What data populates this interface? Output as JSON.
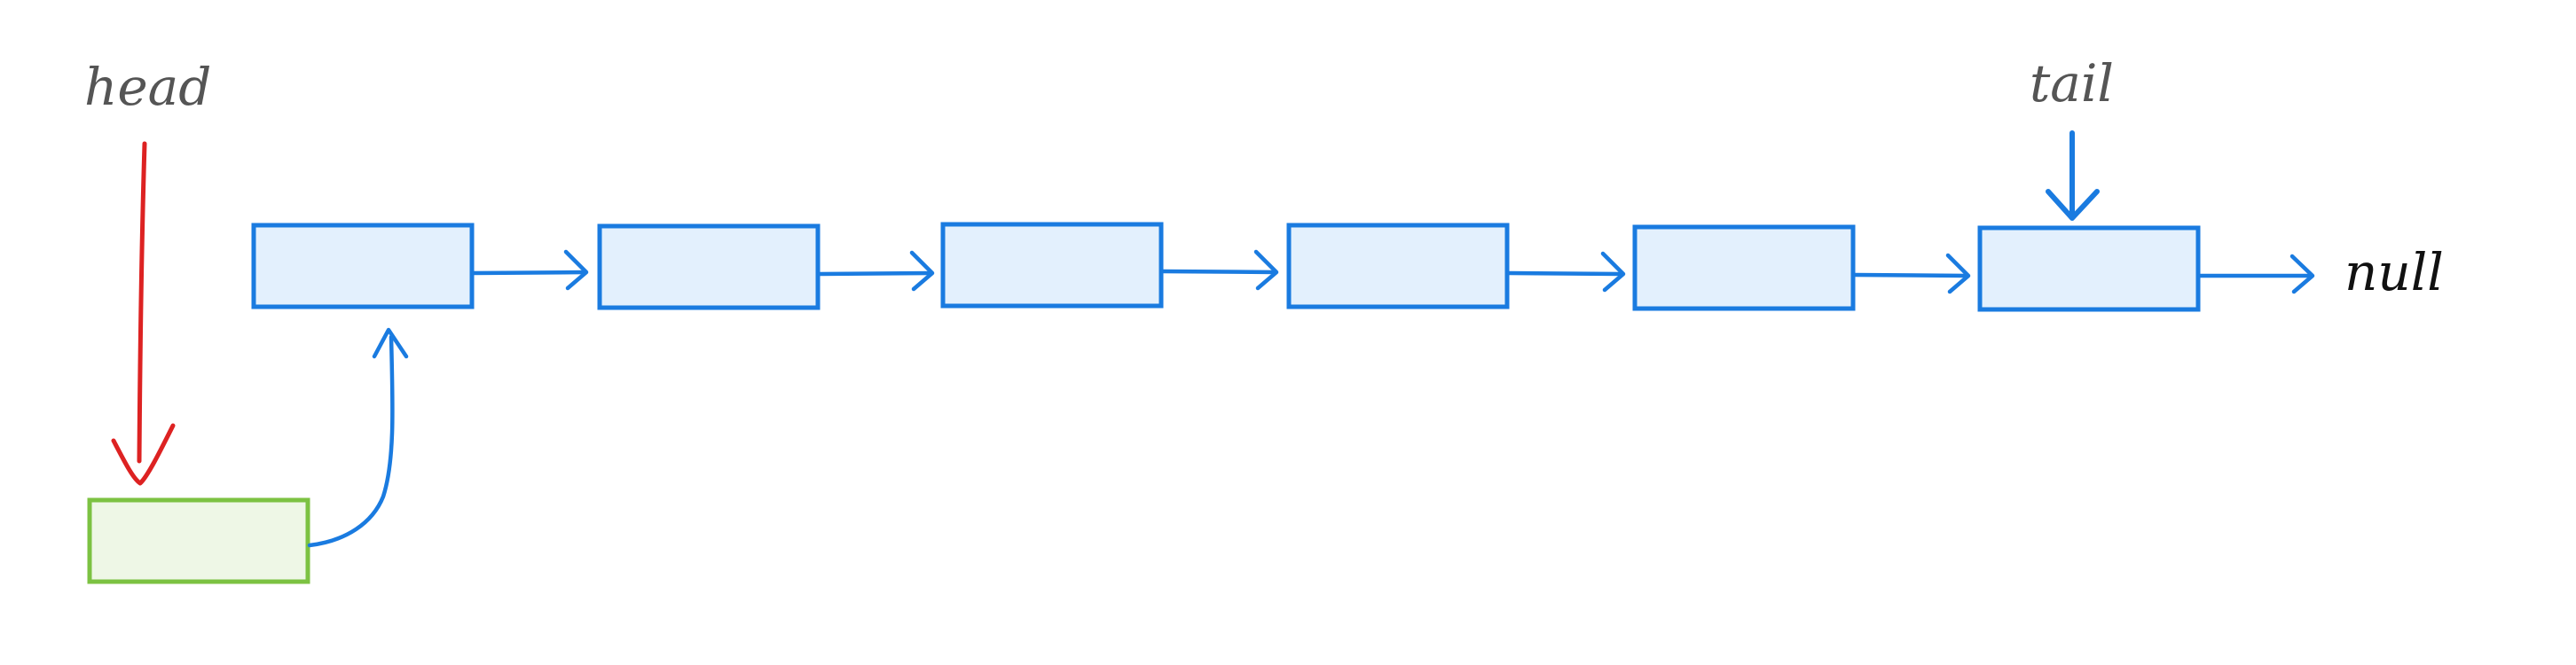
{
  "diagram": {
    "labels": {
      "head": "head",
      "tail": "tail",
      "null": "null"
    },
    "node_count": 6,
    "colors": {
      "node_fill": "#e3f0fd",
      "node_stroke": "#1a7be0",
      "new_node_fill": "#eef7e6",
      "new_node_stroke": "#7cc242",
      "head_pointer": "#dd2222",
      "tail_pointer": "#1a7be0"
    }
  }
}
